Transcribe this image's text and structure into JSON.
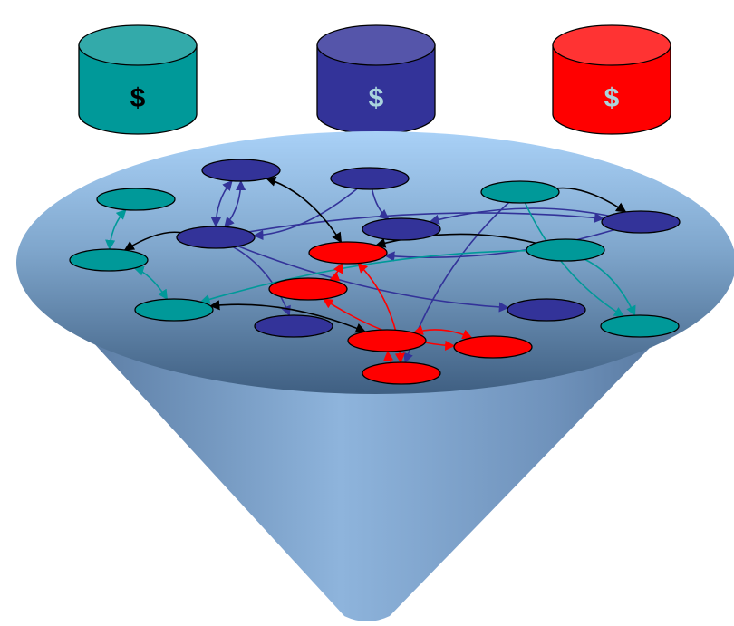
{
  "databases": [
    {
      "id": "db-teal",
      "label": "$",
      "body_color": "#009999",
      "top_color": "#33aaaa",
      "label_color": "#000000"
    },
    {
      "id": "db-blue",
      "label": "$",
      "body_color": "#333399",
      "top_color": "#5555aa",
      "label_color": "#aad4dd"
    },
    {
      "id": "db-red",
      "label": "$",
      "body_color": "#ff0000",
      "top_color": "#ff3333",
      "label_color": "#aad4dd"
    }
  ],
  "colors": {
    "teal": "#009999",
    "blue": "#333399",
    "red": "#ff0000",
    "black": "#000000",
    "funnel_top_light": "#a9d1f7",
    "funnel_top_dark": "#3f5f82",
    "cone_light": "#8eb4dc",
    "cone_dark": "#4f6f96"
  },
  "nodes": [
    {
      "id": "b1",
      "color": "blue"
    },
    {
      "id": "b2",
      "color": "blue"
    },
    {
      "id": "b3",
      "color": "blue"
    },
    {
      "id": "b4",
      "color": "blue"
    },
    {
      "id": "b5",
      "color": "blue"
    },
    {
      "id": "b6",
      "color": "blue"
    },
    {
      "id": "b7",
      "color": "blue"
    },
    {
      "id": "t1",
      "color": "teal"
    },
    {
      "id": "t2",
      "color": "teal"
    },
    {
      "id": "t3",
      "color": "teal"
    },
    {
      "id": "t4",
      "color": "teal"
    },
    {
      "id": "t5",
      "color": "teal"
    },
    {
      "id": "t6",
      "color": "teal"
    },
    {
      "id": "r1",
      "color": "red"
    },
    {
      "id": "r2",
      "color": "red"
    },
    {
      "id": "r3",
      "color": "red"
    },
    {
      "id": "r4",
      "color": "red"
    },
    {
      "id": "r5",
      "color": "red"
    }
  ],
  "edges": [
    {
      "color": "blue",
      "from": "b1",
      "to": "b2",
      "both": true
    },
    {
      "color": "blue",
      "from": "b1",
      "to": "b2",
      "both": true
    },
    {
      "color": "blue",
      "from": "b3",
      "to": "b2",
      "both": false
    },
    {
      "color": "blue",
      "from": "b3",
      "to": "b4",
      "both": false
    },
    {
      "color": "blue",
      "from": "b2",
      "to": "b5",
      "both": false
    },
    {
      "color": "blue",
      "from": "b2",
      "to": "b6",
      "both": false
    },
    {
      "color": "blue",
      "from": "b2",
      "to": "b7",
      "both": false
    },
    {
      "color": "blue",
      "from": "b7",
      "to": "b4",
      "both": false
    },
    {
      "color": "blue",
      "from": "b7",
      "to": "r1",
      "both": false
    },
    {
      "color": "blue",
      "from": "t4",
      "to": "r5",
      "both": false
    },
    {
      "color": "black",
      "from": "b1",
      "to": "r1",
      "both": true
    },
    {
      "color": "black",
      "from": "b2",
      "to": "t2",
      "both": false
    },
    {
      "color": "black",
      "from": "t3",
      "to": "r3",
      "both": true
    },
    {
      "color": "black",
      "from": "t5",
      "to": "r1",
      "both": false
    },
    {
      "color": "black",
      "from": "t4",
      "to": "b7",
      "both": false
    },
    {
      "color": "teal",
      "from": "t1",
      "to": "t2",
      "both": true
    },
    {
      "color": "teal",
      "from": "t2",
      "to": "t3",
      "both": true
    },
    {
      "color": "teal",
      "from": "t4",
      "to": "t6",
      "both": false
    },
    {
      "color": "teal",
      "from": "t5",
      "to": "t6",
      "both": false
    },
    {
      "color": "teal",
      "from": "t5",
      "to": "t3",
      "both": false
    },
    {
      "color": "red",
      "from": "r1",
      "to": "r2",
      "both": true
    },
    {
      "color": "red",
      "from": "r2",
      "to": "r4",
      "both": true
    },
    {
      "color": "red",
      "from": "r1",
      "to": "r5",
      "both": true
    },
    {
      "color": "red",
      "from": "r4",
      "to": "r3",
      "both": true
    },
    {
      "color": "red",
      "from": "r5",
      "to": "r3",
      "both": false
    }
  ]
}
